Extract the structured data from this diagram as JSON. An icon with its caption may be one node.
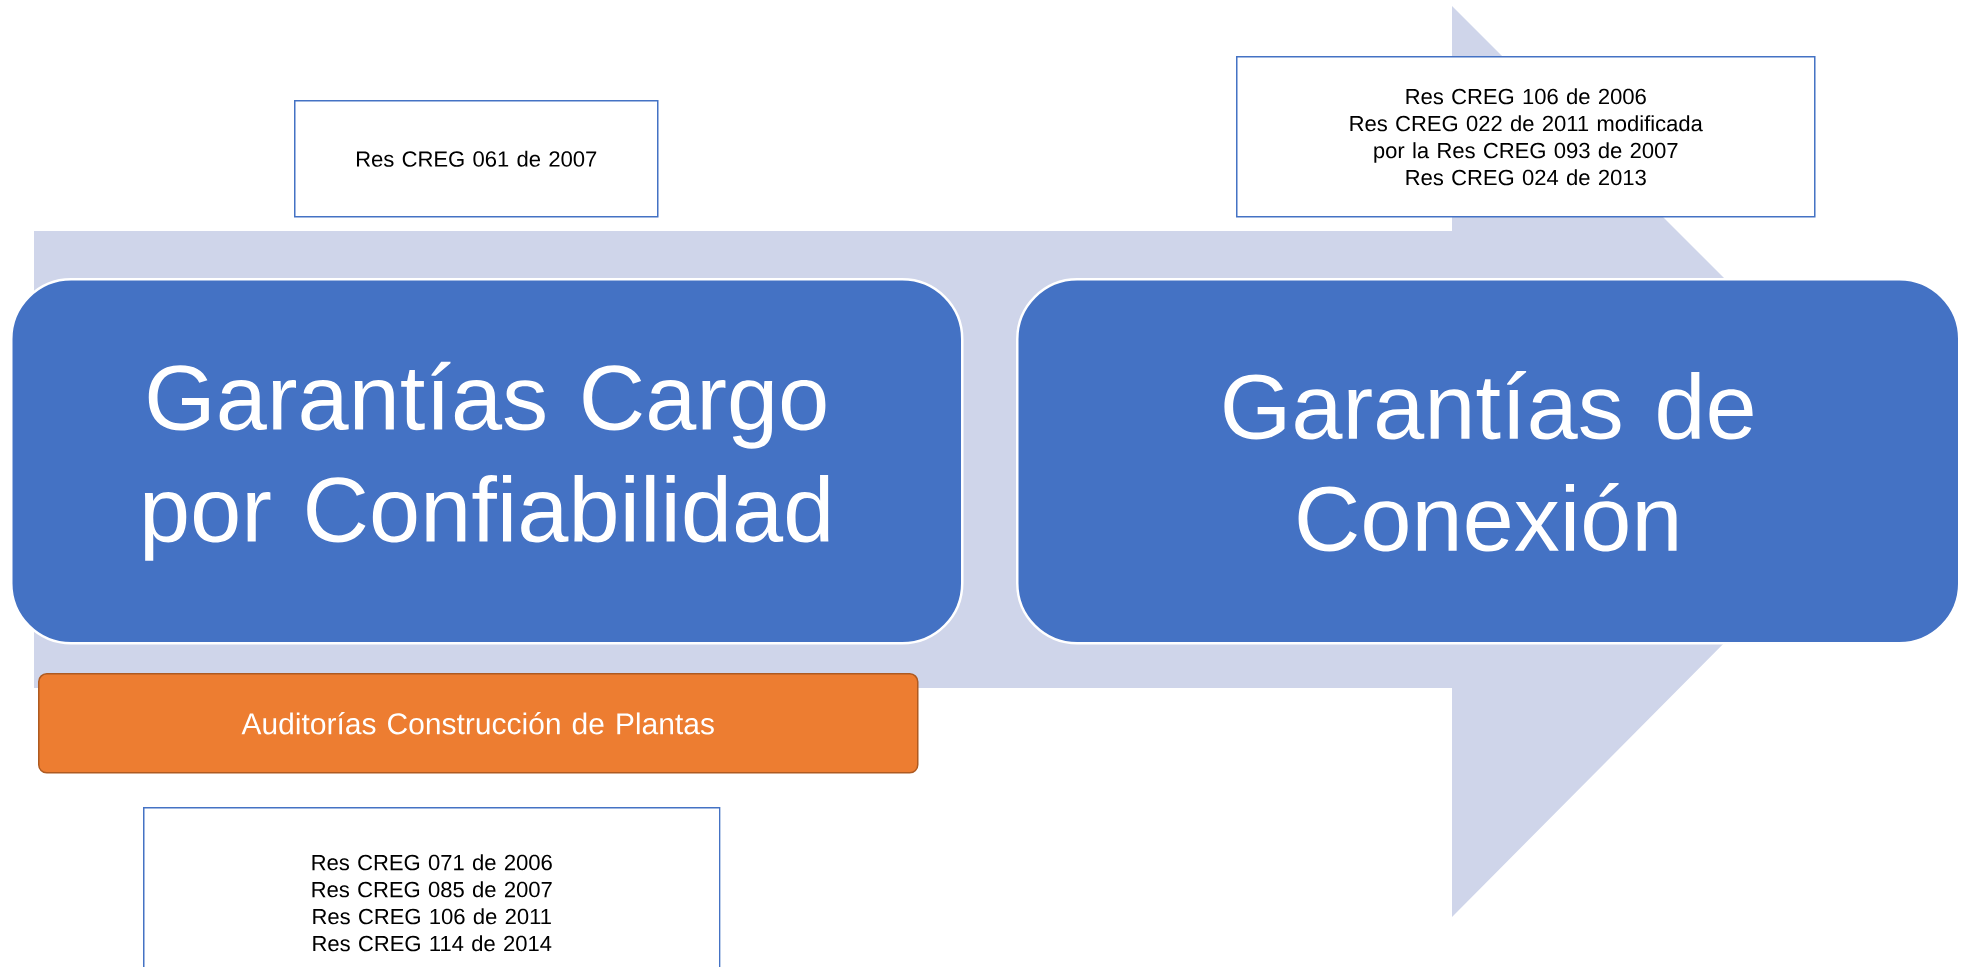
{
  "diagram": {
    "nodes": [
      {
        "text": [
          "Res CREG 061 de 2007"
        ]
      },
      {
        "text": [
          "Res CREG 106 de 2006",
          "Res CREG 022 de 2011 modificada por la Res CREG 093 de 2007",
          "Res CREG 024 de 2013"
        ]
      },
      {
        "text": [
          "Garantías Cargo por Confiabilidad"
        ]
      },
      {
        "text": [
          "Garantías de Conexión"
        ]
      },
      {
        "text": [
          "Auditorías Construcción de Plantas"
        ]
      },
      {
        "text": [
          "Res CREG 071 de 2006",
          "Res CREG 085 de 2007",
          "Res CREG 106 de 2011",
          "Res CREG 114 de 2014"
        ]
      }
    ],
    "edges": [
      {
        "from": 2,
        "to": 3,
        "arrow": "to"
      }
    ]
  }
}
